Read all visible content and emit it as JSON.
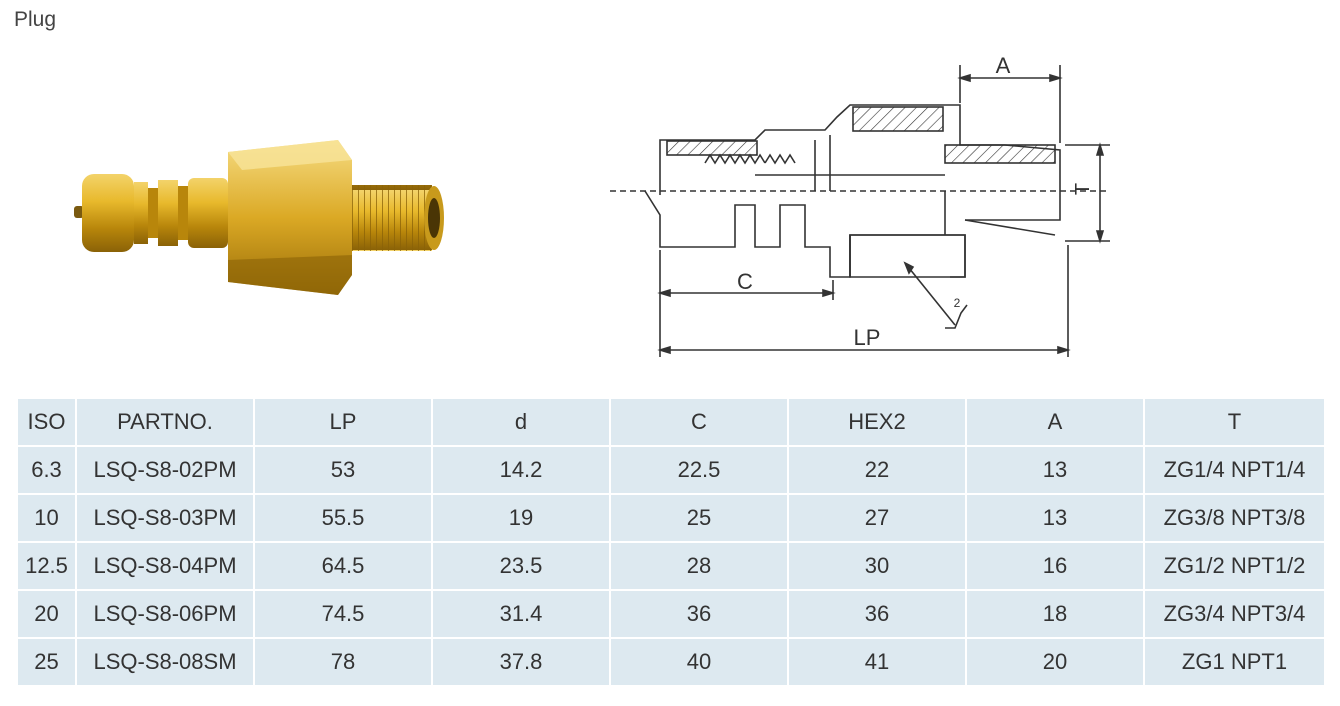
{
  "page": {
    "title": "Plug"
  },
  "drawing": {
    "label_a": "A",
    "label_c": "C",
    "label_lp": "LP",
    "label_t": "T",
    "hex_mark": "2"
  },
  "table": {
    "headers": [
      "ISO",
      "PARTNO.",
      "LP",
      "d",
      "C",
      "HEX2",
      "A",
      "T"
    ],
    "rows": [
      [
        "6.3",
        "LSQ-S8-02PM",
        "53",
        "14.2",
        "22.5",
        "22",
        "13",
        "ZG1/4 NPT1/4"
      ],
      [
        "10",
        "LSQ-S8-03PM",
        "55.5",
        "19",
        "25",
        "27",
        "13",
        "ZG3/8 NPT3/8"
      ],
      [
        "12.5",
        "LSQ-S8-04PM",
        "64.5",
        "23.5",
        "28",
        "30",
        "16",
        "ZG1/2 NPT1/2"
      ],
      [
        "20",
        "LSQ-S8-06PM",
        "74.5",
        "31.4",
        "36",
        "36",
        "18",
        "ZG3/4 NPT3/4"
      ],
      [
        "25",
        "LSQ-S8-08SM",
        "78",
        "37.8",
        "40",
        "41",
        "20",
        "ZG1 NPT1"
      ]
    ]
  },
  "colors": {
    "table_cell": "#dde9f0",
    "brass": "#d4a017",
    "line": "#333333"
  }
}
